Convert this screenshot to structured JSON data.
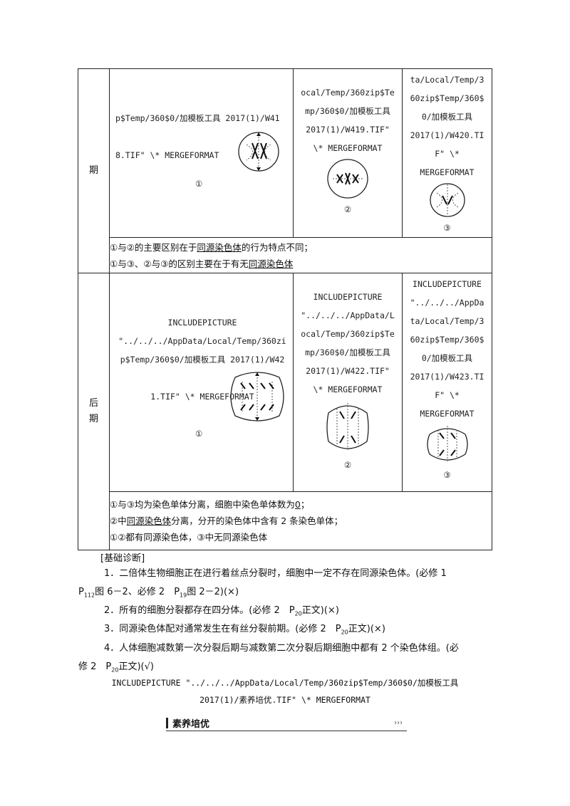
{
  "table": {
    "rows": [
      {
        "phase": "期",
        "cells": [
          {
            "text": "p$Temp/360$0/加模板工具 2017(1)/W41\n\n8.TIF\" \\* MERGEFORMAT",
            "mark": "①"
          },
          {
            "text": "ocal/Temp/360zip$Te\nmp/360$0/加模板工具\n2017(1)/W419.TIF\"\n\\* MERGEFORMAT",
            "mark": "②"
          },
          {
            "text": "ta/Local/Temp/3\n60zip$Temp/360$\n0/加模板工具\n2017(1)/W420.TI\nF\" \\*\nMERGEFORMAT",
            "mark": "③"
          }
        ],
        "note_parts": [
          [
            "①与②的主要区别在于",
            "同源染色体",
            "的行为特点不同；"
          ],
          [
            "①与③、②与③的区别主要在于有无",
            "同源染色体",
            ""
          ]
        ]
      },
      {
        "phase": "后\n期",
        "cells": [
          {
            "text": "INCLUDEPICTURE\n\"../../../AppData/Local/Temp/360zi\np$Temp/360$0/加模板工具 2017(1)/W42\n\n1.TIF\" \\* MERGEFORMAT",
            "mark": "①"
          },
          {
            "text": "INCLUDEPICTURE\n\"../../../AppData/L\nocal/Temp/360zip$Te\nmp/360$0/加模板工具\n2017(1)/W422.TIF\"\n\\* MERGEFORMAT",
            "mark": "②"
          },
          {
            "text": "INCLUDEPICTURE\n\"../../../AppDa\nta/Local/Temp/3\n60zip$Temp/360$\n0/加模板工具\n2017(1)/W423.TI\nF\" \\*\nMERGEFORMAT",
            "mark": "③"
          }
        ],
        "note_parts": [
          [
            "①与③均为染色单体分离，细胞中染色单体数为",
            "0",
            "；"
          ],
          [
            "②中",
            "同源染色体",
            "分离，分开的染色体中含有 2 条染色单体；"
          ],
          [
            "①②都有同源染色体，③中无同源染色体",
            "",
            ""
          ]
        ]
      }
    ]
  },
  "section_title": "[基础诊断]",
  "items": [
    {
      "pre": "1．二倍体生物细胞正在进行着丝点分裂时，细胞中一定不存在同源染色体。(必修 1",
      "line2": "P",
      "sub1": "112",
      "mid": "图 6－2、必修 2　P",
      "sub2": "19",
      "post": "图 2－2)(×)"
    },
    {
      "pre": "2．所有的细胞分裂都存在四分体。(必修 2　P",
      "sub": "20",
      "post": "正文)(×)"
    },
    {
      "pre": "3．同源染色体配对通常发生在有丝分裂前期。(必修 2　P",
      "sub": "20",
      "post": "正文)(×)"
    },
    {
      "pre": "4．人体细胞减数第一次分裂后期与减数第二次分裂后期细胞中都有 2 个染色体组。(必",
      "line2": "修 2　P",
      "sub": "20",
      "post": "正文)(√)"
    }
  ],
  "field_code": [
    "INCLUDEPICTURE \"../../../AppData/Local/Temp/360zip$Temp/360$0/加模板工具",
    "2017(1)/素养培优.TIF\" \\* MERGEFORMAT"
  ],
  "band": {
    "label": "素养培优",
    "arrows": "›››"
  }
}
